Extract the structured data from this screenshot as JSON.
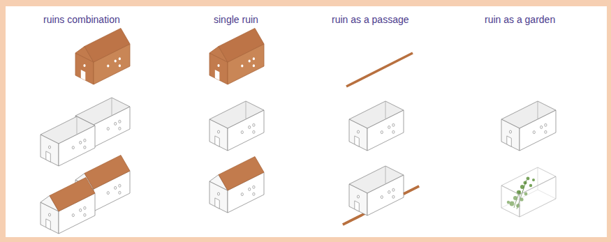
{
  "diagram": {
    "labels": [
      "ruins combination",
      "single ruin",
      "ruin as a passage",
      "ruin as a garden"
    ]
  }
}
